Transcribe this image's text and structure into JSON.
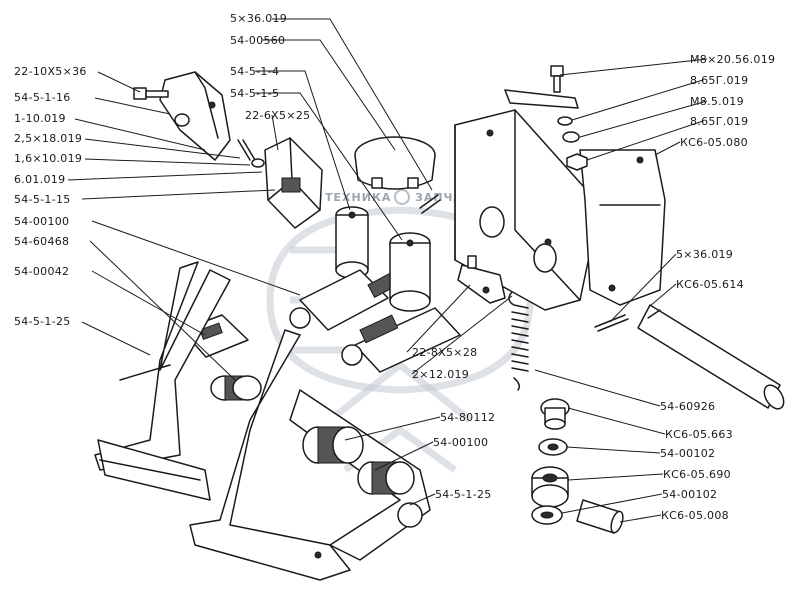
{
  "watermark": {
    "left": "ТЕХНИКА",
    "right": "ЗАПЧАСТИ"
  },
  "labels": [
    "22-10X5×36",
    "54-5-1-16",
    "1-10.019",
    "2,5×18.019",
    "1,6×10.019",
    "6.01.019",
    "54-5-1-15",
    "54-00100",
    "54-60468",
    "54-00042",
    "54-5-1-25",
    "5×36.019",
    "54-00560",
    "54-5-1-4",
    "54-5-1-5",
    "22-6X5×25",
    "M8×20.56.019",
    "8.65Г.019",
    "M8.5.019",
    "8.65Г.019",
    "КС6-05.080",
    "5×36.019",
    "КС6-05.614",
    "22-8X5×28",
    "2×12.019",
    "54-60926",
    "54-80112",
    "54-00100",
    "КС6-05.663",
    "54-00102",
    "КС6-05.690",
    "54-00102",
    "КС6-05.008",
    "54-5-1-25"
  ]
}
